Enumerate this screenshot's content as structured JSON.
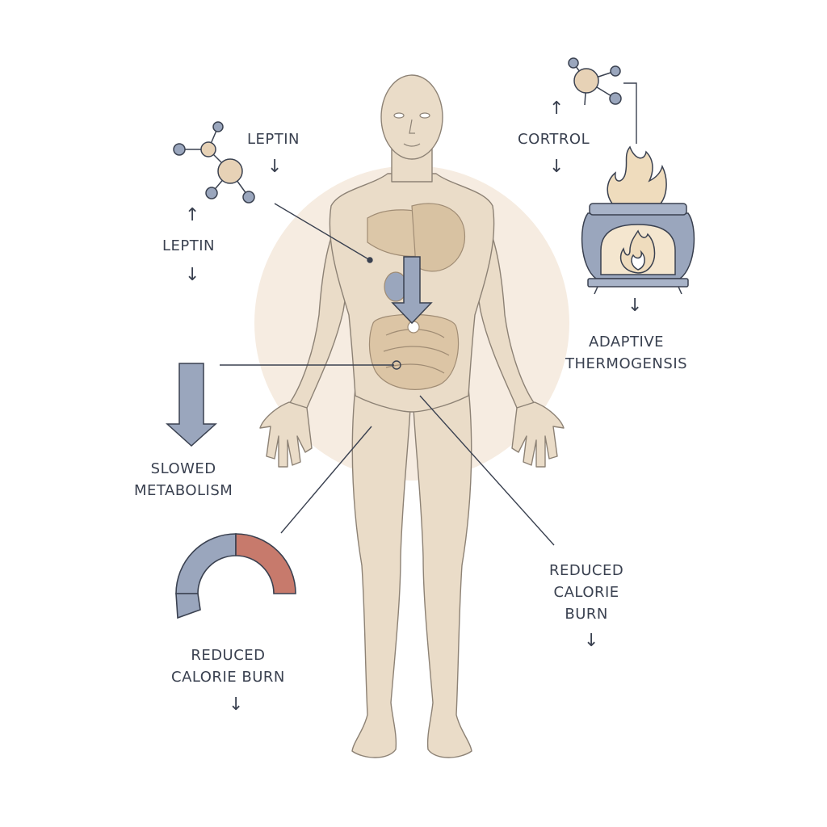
{
  "labels": {
    "leptin_top": "LEPTIN",
    "leptin_left": "LEPTIN",
    "cortrol": "CORTROL",
    "adaptive_line1": "ADAPTIVE",
    "adaptive_line2": "THERMOGENSIS",
    "slowed_line1": "SLOWED",
    "slowed_line2": "METABOLISM",
    "rcb_right_line1": "REDUCED",
    "rcb_right_line2": "CALORIE",
    "rcb_right_line3": "BURN",
    "rcb_left_line1": "REDUCED",
    "rcb_left_line2": "CALORIE BURN"
  },
  "glyphs": {
    "up": "↑",
    "down": "↓"
  },
  "colors": {
    "accent_blue": "#9aa6bd",
    "accent_red": "#c77a6c",
    "skin": "#eadcc8",
    "glow": "#f5ebe0",
    "flame": "#eed9b8"
  },
  "gauge_fill": 0.5
}
